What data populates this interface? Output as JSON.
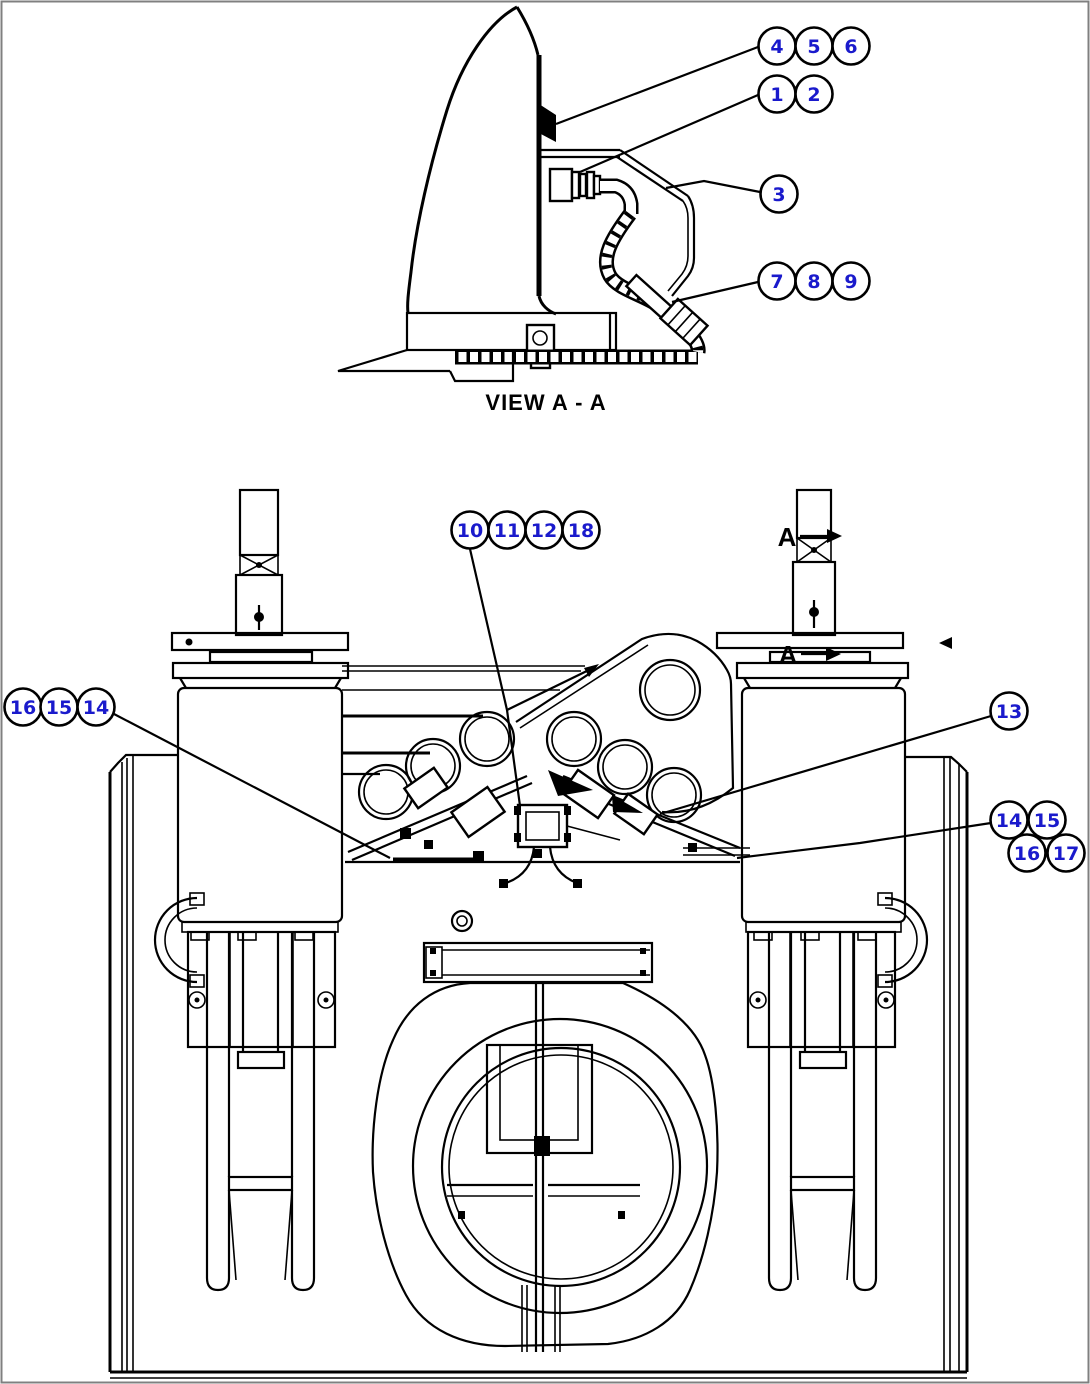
{
  "page": {
    "background": "#ffffff",
    "border_color": "#808080"
  },
  "colors": {
    "line": "#000000",
    "balloon_text": "#1A1ACC",
    "balloon_fill": "#ffffff"
  },
  "top_view": {
    "label": "VIEW A - A",
    "balloon_groups": [
      {
        "id": "group-4-5-6",
        "balloons": [
          "4",
          "5",
          "6"
        ]
      },
      {
        "id": "group-1-2",
        "balloons": [
          "1",
          "2"
        ]
      },
      {
        "id": "group-3",
        "balloons": [
          "3"
        ]
      },
      {
        "id": "group-7-8-9",
        "balloons": [
          "7",
          "8",
          "9"
        ]
      }
    ]
  },
  "front_view": {
    "section_marker": "A",
    "balloon_groups": [
      {
        "id": "group-10-11-12-18",
        "balloons": [
          "10",
          "11",
          "12",
          "18"
        ]
      },
      {
        "id": "group-16-15-14-left",
        "balloons": [
          "16",
          "15",
          "14"
        ]
      },
      {
        "id": "group-13",
        "balloons": [
          "13"
        ]
      },
      {
        "id": "group-14-15-right",
        "balloons": [
          "14",
          "15"
        ]
      },
      {
        "id": "group-16-17-right",
        "balloons": [
          "16",
          "17"
        ]
      }
    ]
  }
}
